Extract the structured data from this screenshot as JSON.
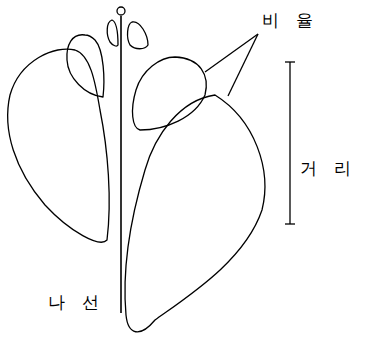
{
  "diagram": {
    "labels": [
      "비 율",
      "거 리",
      "나 선"
    ]
  }
}
